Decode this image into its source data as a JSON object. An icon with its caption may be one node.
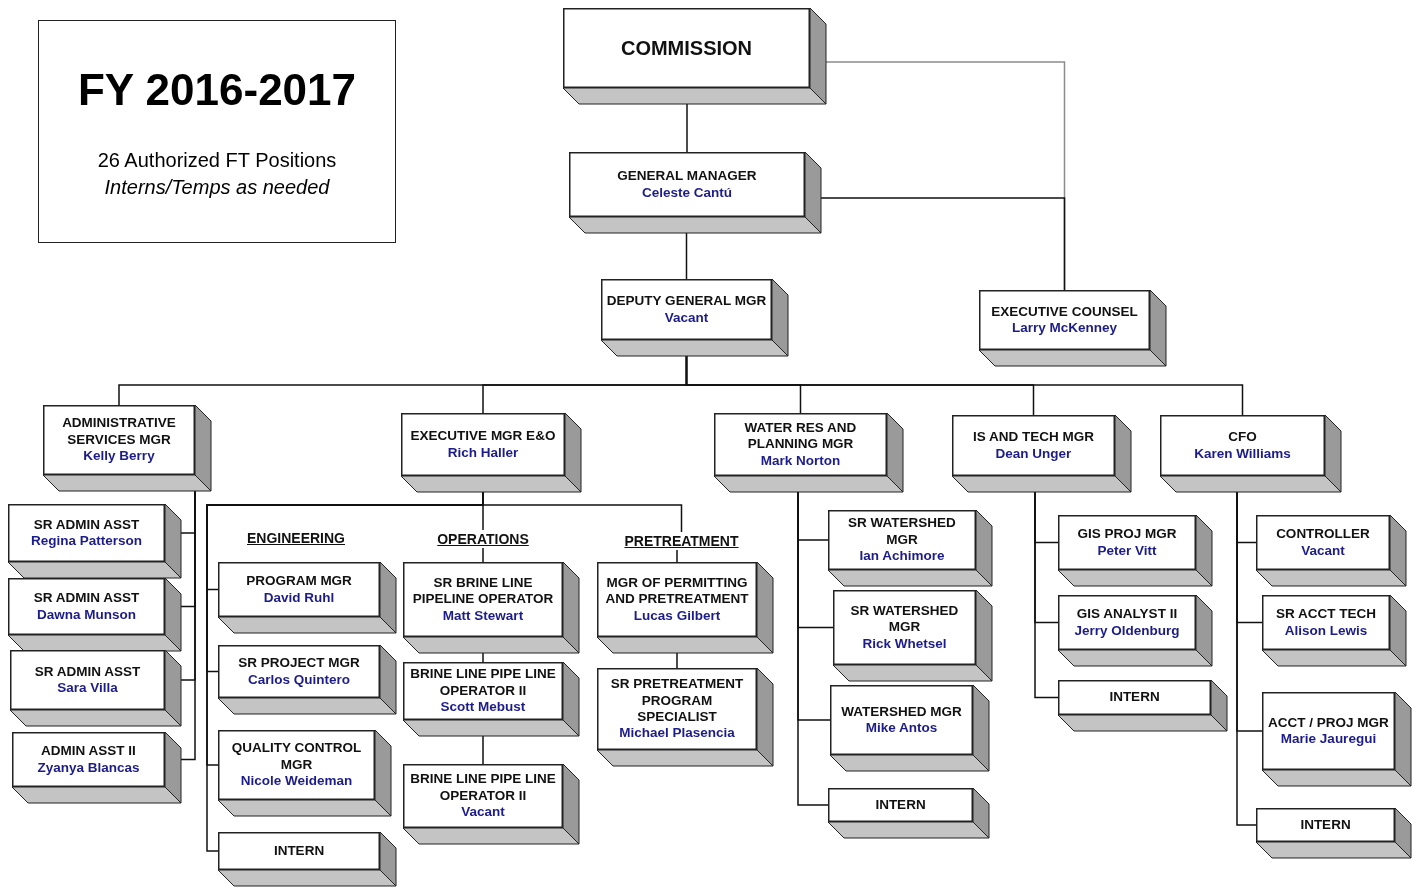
{
  "diagram": {
    "nodes": [
      {
        "text": [
          "FY 2016-2017",
          "26 Authorized FT Positions",
          "Interns/Temps as needed"
        ]
      },
      {
        "text": [
          "COMMISSION"
        ]
      },
      {
        "text": [
          "GENERAL MANAGER",
          "Celeste Cantú"
        ]
      },
      {
        "text": [
          "DEPUTY GENERAL MGR",
          "Vacant"
        ]
      },
      {
        "text": [
          "EXECUTIVE COUNSEL",
          "Larry McKenney"
        ]
      },
      {
        "text": [
          "ADMINISTRATIVE SERVICES MGR",
          "Kelly Berry"
        ]
      },
      {
        "text": [
          "EXECUTIVE MGR E&O",
          "Rich Haller"
        ]
      },
      {
        "text": [
          "WATER RES AND PLANNING MGR",
          "Mark Norton"
        ]
      },
      {
        "text": [
          "IS AND TECH MGR",
          "Dean Unger"
        ]
      },
      {
        "text": [
          "CFO",
          "Karen Williams"
        ]
      },
      {
        "text": [
          "SR ADMIN ASST",
          "Regina Patterson"
        ]
      },
      {
        "text": [
          "SR ADMIN ASST",
          "Dawna Munson"
        ]
      },
      {
        "text": [
          "SR ADMIN ASST",
          "Sara Villa"
        ]
      },
      {
        "text": [
          "ADMIN ASST II",
          "Zyanya Blancas"
        ]
      },
      {
        "text": [
          "PROGRAM MGR",
          "David Ruhl"
        ]
      },
      {
        "text": [
          "SR PROJECT MGR",
          "Carlos Quintero"
        ]
      },
      {
        "text": [
          "QUALITY CONTROL MGR",
          "Nicole Weideman"
        ]
      },
      {
        "text": [
          "INTERN"
        ]
      },
      {
        "text": [
          "OPERATIONS"
        ]
      },
      {
        "text": [
          "SR BRINE LINE PIPELINE OPERATOR",
          "Matt Stewart"
        ]
      },
      {
        "text": [
          "BRINE LINE PIPE LINE OPERATOR II",
          "Scott Mebust"
        ]
      },
      {
        "text": [
          "BRINE LINE PIPE LINE OPERATOR II",
          "Vacant"
        ]
      },
      {
        "text": [
          "PRETREATMENT"
        ]
      },
      {
        "text": [
          "MGR OF PERMITTING AND PRETREATMENT",
          "Lucas Gilbert"
        ]
      },
      {
        "text": [
          "SR PRETREATMENT PROGRAM SPECIALIST",
          "Michael Plasencia"
        ]
      },
      {
        "text": [
          "SR WATERSHED MGR",
          "Ian Achimore"
        ]
      },
      {
        "text": [
          "SR WATERSHED MGR",
          "Rick Whetsel"
        ]
      },
      {
        "text": [
          "WATERSHED MGR",
          "Mike Antos"
        ]
      },
      {
        "text": [
          "INTERN"
        ]
      },
      {
        "text": [
          "GIS PROJ MGR",
          "Peter Vitt"
        ]
      },
      {
        "text": [
          "GIS ANALYST II",
          "Jerry Oldenburg"
        ]
      },
      {
        "text": [
          "INTERN"
        ]
      },
      {
        "text": [
          "CONTROLLER",
          "Vacant"
        ]
      },
      {
        "text": [
          "SR ACCT TECH",
          "Alison Lewis"
        ]
      },
      {
        "text": [
          "ACCT / PROJ MGR",
          "Marie Jauregui"
        ]
      },
      {
        "text": [
          "INTERN"
        ]
      }
    ],
    "edges": [
      {
        "from": 1,
        "to": 2,
        "arrow": "none"
      },
      {
        "from": 2,
        "to": 3,
        "arrow": "none"
      },
      {
        "from": 1,
        "to": 4,
        "arrow": "none",
        "color": "#8c8c8c"
      },
      {
        "from": 2,
        "to": 4,
        "arrow": "none"
      },
      {
        "from": 3,
        "to": 5,
        "arrow": "none"
      },
      {
        "from": 3,
        "to": 6,
        "arrow": "none"
      },
      {
        "from": 3,
        "to": 7,
        "arrow": "none"
      },
      {
        "from": 3,
        "to": 8,
        "arrow": "none"
      },
      {
        "from": 3,
        "to": 9,
        "arrow": "none"
      },
      {
        "from": 5,
        "to": 10,
        "arrow": "none"
      },
      {
        "from": 5,
        "to": 11,
        "arrow": "none"
      },
      {
        "from": 5,
        "to": 12,
        "arrow": "none"
      },
      {
        "from": 5,
        "to": 13,
        "arrow": "none"
      },
      {
        "from": 6,
        "to": 14,
        "arrow": "none"
      },
      {
        "from": 6,
        "to": 15,
        "arrow": "none"
      },
      {
        "from": 6,
        "to": 16,
        "arrow": "none"
      },
      {
        "from": 6,
        "to": 17,
        "arrow": "none"
      },
      {
        "from": 6,
        "to": 18,
        "arrow": "none"
      },
      {
        "from": 18,
        "to": 19,
        "arrow": "none"
      },
      {
        "from": 19,
        "to": 20,
        "arrow": "none"
      },
      {
        "from": 20,
        "to": 21,
        "arrow": "none"
      },
      {
        "from": 6,
        "to": 22,
        "arrow": "none"
      },
      {
        "from": 22,
        "to": 23,
        "arrow": "none"
      },
      {
        "from": 23,
        "to": 24,
        "arrow": "none"
      },
      {
        "from": 7,
        "to": 25,
        "arrow": "none"
      },
      {
        "from": 7,
        "to": 26,
        "arrow": "none"
      },
      {
        "from": 7,
        "to": 27,
        "arrow": "none"
      },
      {
        "from": 7,
        "to": 28,
        "arrow": "none"
      },
      {
        "from": 8,
        "to": 29,
        "arrow": "none"
      },
      {
        "from": 8,
        "to": 30,
        "arrow": "none"
      },
      {
        "from": 8,
        "to": 31,
        "arrow": "none"
      },
      {
        "from": 9,
        "to": 32,
        "arrow": "none"
      },
      {
        "from": 9,
        "to": 33,
        "arrow": "none"
      },
      {
        "from": 9,
        "to": 34,
        "arrow": "none"
      },
      {
        "from": 9,
        "to": 35,
        "arrow": "none"
      }
    ],
    "labels": [
      "ENGINEERING"
    ]
  }
}
